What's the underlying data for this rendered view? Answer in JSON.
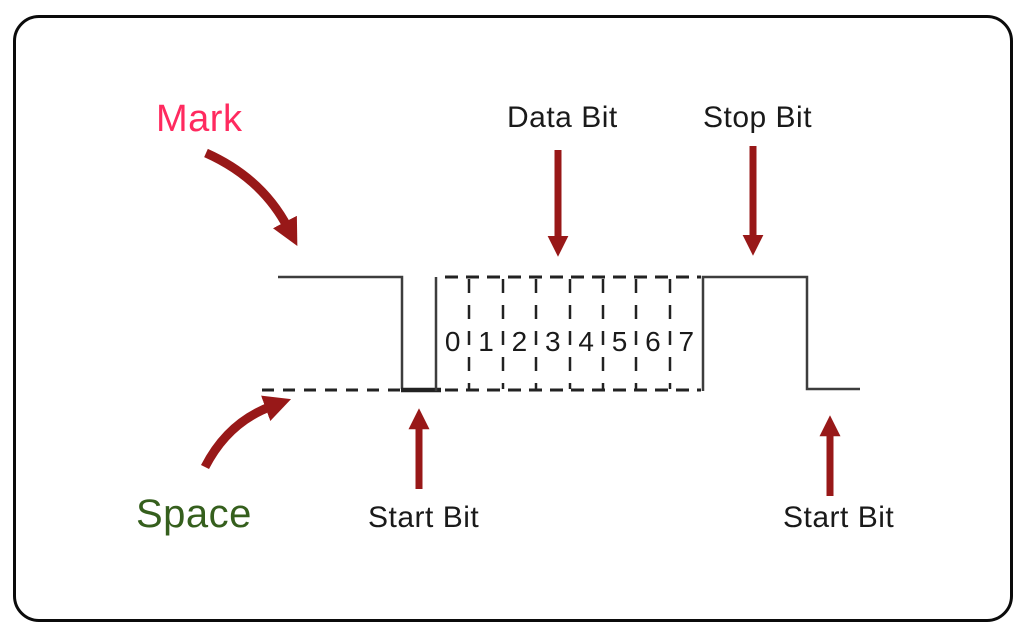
{
  "labels": {
    "mark": "Mark",
    "space": "Space",
    "data_bit": "Data Bit",
    "stop_bit": "Stop Bit",
    "start_bit_left": "Start Bit",
    "start_bit_right": "Start Bit"
  },
  "bits": [
    "0",
    "1",
    "2",
    "3",
    "4",
    "5",
    "6",
    "7"
  ],
  "colors": {
    "mark_label": "#ff2a5f",
    "space_label": "#355f1d",
    "arrow": "#981818",
    "waveform": "#3d3d3d",
    "waveform_dark": "#222222",
    "text": "#1a1a1a"
  }
}
